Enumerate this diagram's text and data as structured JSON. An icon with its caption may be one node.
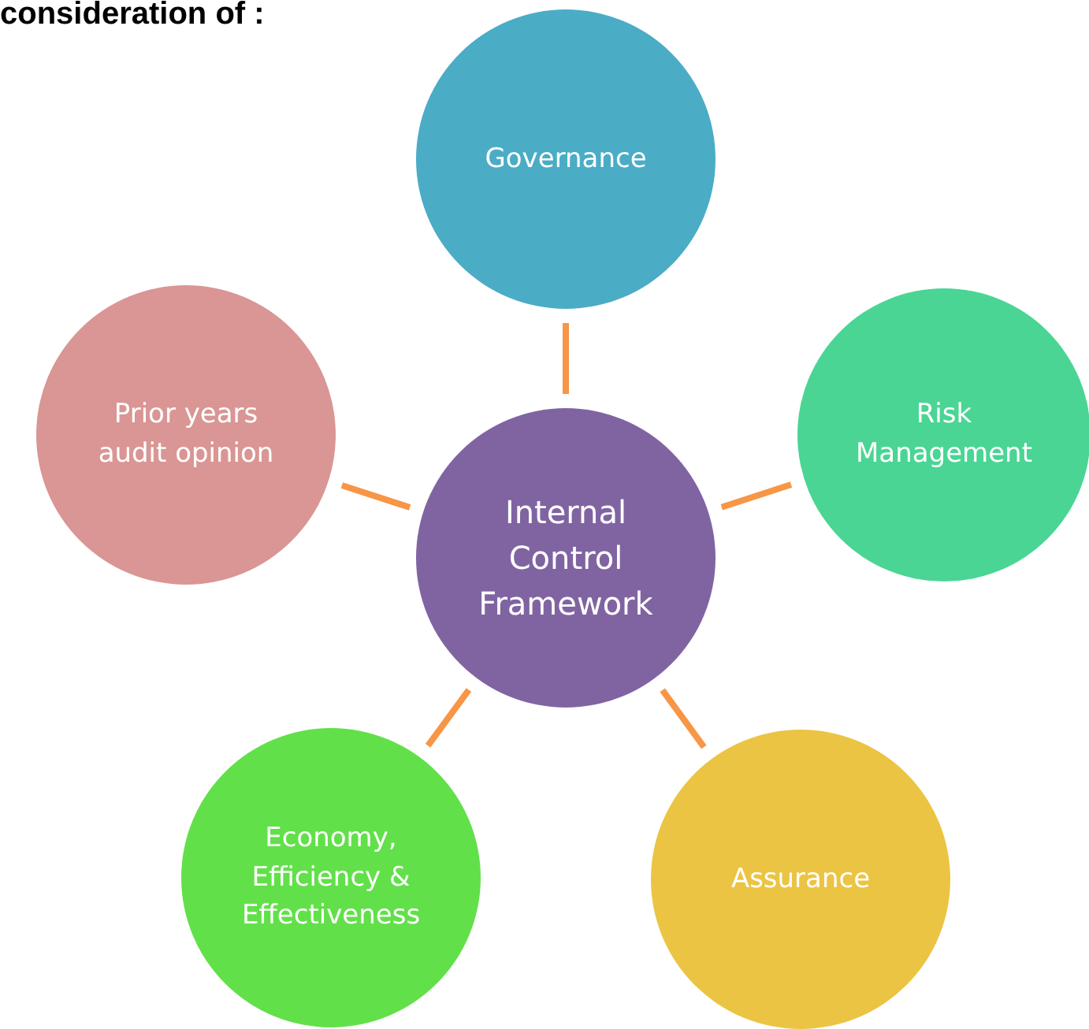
{
  "diagram": {
    "title": "consideration of :",
    "nodes": [
      {
        "text": [
          "Internal Control Framework"
        ]
      },
      {
        "text": [
          "Governance"
        ]
      },
      {
        "text": [
          "Risk Management"
        ]
      },
      {
        "text": [
          "Assurance"
        ]
      },
      {
        "text": [
          "Economy, Efficiency & Effectiveness"
        ]
      },
      {
        "text": [
          "Prior years audit opinion"
        ]
      }
    ],
    "edges": [
      {
        "from": 0,
        "to": 1,
        "arrow": "none"
      },
      {
        "from": 0,
        "to": 2,
        "arrow": "none"
      },
      {
        "from": 0,
        "to": 3,
        "arrow": "none"
      },
      {
        "from": 0,
        "to": 4,
        "arrow": "none"
      },
      {
        "from": 0,
        "to": 5,
        "arrow": "none"
      }
    ]
  }
}
